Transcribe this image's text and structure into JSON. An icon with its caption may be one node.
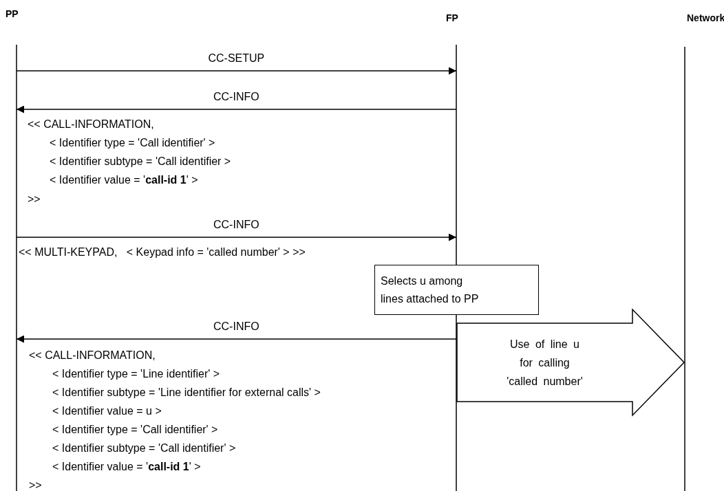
{
  "diagram": {
    "nodes": [
      {
        "text": [
          "PP"
        ]
      },
      {
        "text": [
          "FP"
        ]
      },
      {
        "text": [
          "Network"
        ]
      },
      {
        "text": [
          "Selects u among lines attached to PP"
        ]
      }
    ],
    "edges": [
      {
        "from": 0,
        "to": 1,
        "arrow": "to",
        "label": "CC-SETUP"
      },
      {
        "from": 1,
        "to": 0,
        "arrow": "to",
        "label": "CC-INFO"
      },
      {
        "from": 0,
        "to": 1,
        "arrow": "to",
        "label": "CC-INFO"
      },
      {
        "from": 1,
        "to": 0,
        "arrow": "to",
        "label": "CC-INFO"
      },
      {
        "from": 1,
        "to": 2,
        "arrow": "to",
        "label": "Use of line u for calling 'called number'",
        "style": "thick"
      }
    ],
    "labels": [
      "<< CALL-INFORMATION,",
      "< Identifier type = 'Call identifier' >",
      "< Identifier subtype = 'Call identifier >",
      "< Identifier value = '**call-id 1**' >",
      ">>",
      "<< MULTI-KEYPAD,   < Keypad info = 'called number' > >>",
      "<< CALL-INFORMATION,",
      "< Identifier type = 'Line identifier' >",
      "< Identifier subtype = 'Line identifier for external calls' >",
      "< Identifier value = u >",
      "< Identifier type = 'Call identifier' >",
      "< Identifier subtype = 'Call identifier' >",
      "< Identifier value = '**call-id 1**' >",
      ">>"
    ]
  }
}
